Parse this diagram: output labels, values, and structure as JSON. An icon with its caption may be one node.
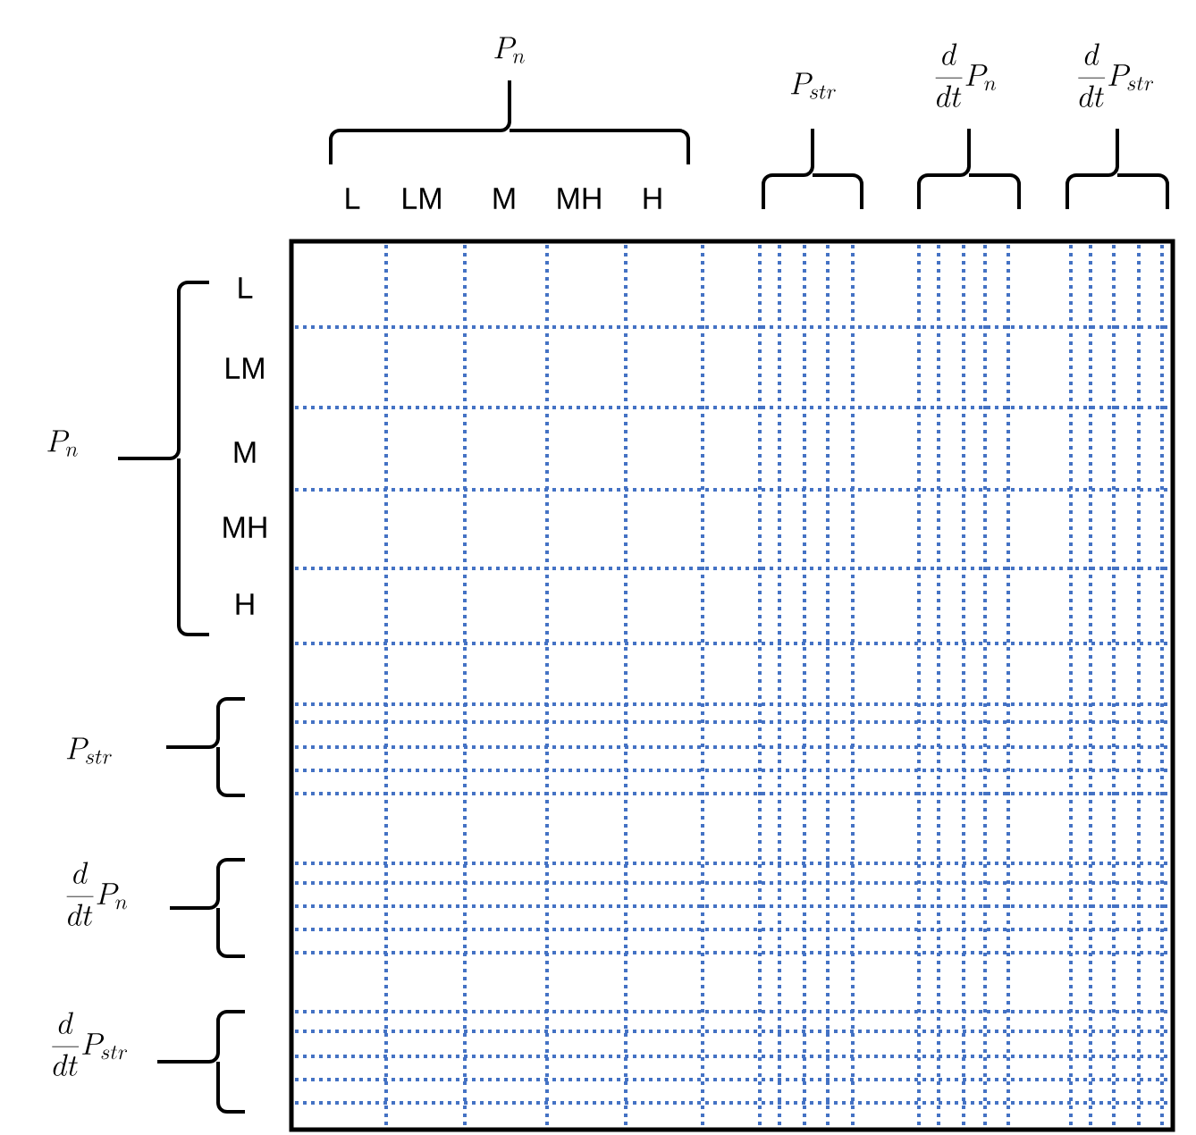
{
  "diagram": {
    "labels": [
      "P_n",
      "P_{str}",
      "\\frac{d}{dt}P_n",
      "\\frac{d}{dt}P_{str}",
      "L",
      "LM",
      "M",
      "MH",
      "H",
      "L",
      "LM",
      "P_n",
      "M",
      "MH",
      "H",
      "P_{str}",
      "\\frac{d}{dt}P_n",
      "\\frac{d}{dt}P_{str}"
    ]
  }
}
